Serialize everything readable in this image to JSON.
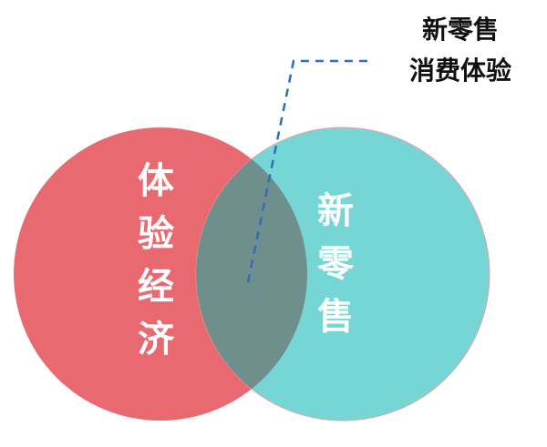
{
  "diagram": {
    "left_circle": {
      "label_chars": [
        "体",
        "验",
        "经",
        "济"
      ],
      "color": "#e86a70"
    },
    "right_circle": {
      "label_chars": [
        "新",
        "零",
        "售"
      ],
      "color": "#76d6d5"
    },
    "intersection": {
      "color": "#6e8f8c"
    },
    "callout": {
      "line1": "新零售",
      "line2": "消费体验",
      "line_color": "#2f6fb7"
    }
  }
}
